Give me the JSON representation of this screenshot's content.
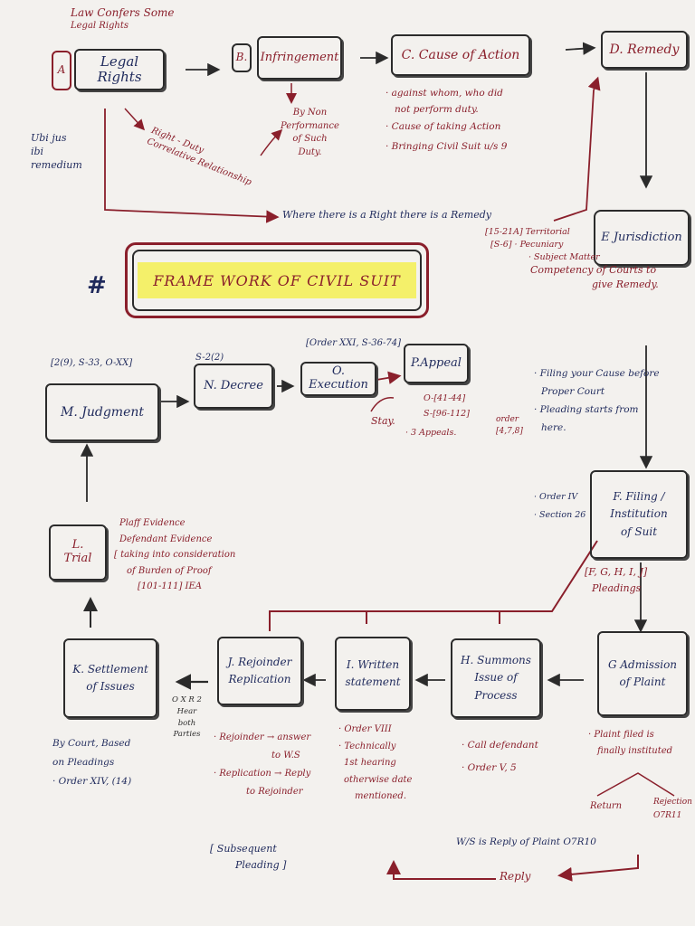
{
  "colors": {
    "red": "#8a1f2b",
    "blue": "#1f2a5c",
    "ink": "#2b2b2b",
    "yellow": "#f4f06a",
    "paper": "#f3f1ee"
  },
  "title": "FRAME WORK OF CIVIL SUIT",
  "title_mark": "#",
  "top_note": [
    "Law Confers Some",
    "Legal Rights"
  ],
  "boxes": {
    "a_letter": "A",
    "a": "Legal Rights",
    "b_letter": "B.",
    "b": "Infringement",
    "c": "C. Cause of Action",
    "d": "D. Remedy",
    "e": "E Jurisdiction",
    "f": [
      "F. Filing /",
      "Institution",
      "of Suit"
    ],
    "g": [
      "G Admission",
      "of Plaint"
    ],
    "h": [
      "H. Summons",
      "Issue of",
      "Process"
    ],
    "i": [
      "I. Written",
      "statement"
    ],
    "j": [
      "J. Rejoinder",
      "Replication"
    ],
    "k": [
      "K. Settlement",
      "of Issues"
    ],
    "l": [
      "L.",
      "Trial"
    ],
    "m": "M. Judgment",
    "n": "N. Decree",
    "o": "O. Execution",
    "p": "P.Appeal"
  },
  "notes": {
    "ubi": [
      "Ubi jus",
      "ibi",
      "remedium"
    ],
    "right_duty": [
      "Right - Duty",
      "Correlative Relationship"
    ],
    "non_performance": [
      "By Non",
      "Performance",
      "of Such",
      "Duty."
    ],
    "cause": [
      "· against whom, who did",
      "not perform duty.",
      "· Cause of taking Action",
      "· Bringing Civil Suit u/s 9"
    ],
    "maxim": "Where there is a Right there is a Remedy",
    "jurisdiction": [
      "[15-21A] Territorial",
      "[S-6] · Pecuniary",
      "· Subject Matter",
      "Competency of Courts to",
      "give Remedy."
    ],
    "filing": [
      "· Filing your Cause before",
      "Proper Court",
      "· Pleading starts from",
      "here."
    ],
    "order_478": [
      "order",
      "[4,7,8]"
    ],
    "f_side": [
      "· Order IV",
      "· Section 26"
    ],
    "pleadings": [
      "[F, G, H, I, J]",
      "Pleadings"
    ],
    "g_below": [
      "· Plaint filed is",
      "finally instituted"
    ],
    "return": "Return",
    "rejection": [
      "Rejection",
      "O7R11"
    ],
    "ws_reply": "W/S is Reply of Plaint O7R10",
    "reply": "Reply",
    "h_below": [
      "· Call defendant",
      "· Order V, 5"
    ],
    "i_below": [
      "· Order VIII",
      "· Technically",
      "1st hearing",
      "otherwise date",
      "mentioned."
    ],
    "j_below": [
      "· Rejoinder → answer",
      "to W.S",
      "· Replication → Reply",
      "to Rejoinder"
    ],
    "subsequent": [
      "[ Subsequent",
      "Pleading ]"
    ],
    "o_x": [
      "O X R 2",
      "Hear",
      "both",
      "Parties"
    ],
    "k_below": [
      "By Court, Based",
      "on Pleadings",
      "· Order XIV, (14)"
    ],
    "trial": [
      "Plaff Evidence",
      "Defendant Evidence",
      "[ taking into consideration",
      "of Burden of Proof",
      "[101-111] IEA"
    ],
    "m_above": "[2(9), S-33, O-XX]",
    "n_above": "S-2(2)",
    "o_above": "[Order XXI, S-36-74]",
    "appeal": [
      "O-[41-44]",
      "S-[96-112]",
      "· 3 Appeals."
    ],
    "stay": "Stay."
  }
}
